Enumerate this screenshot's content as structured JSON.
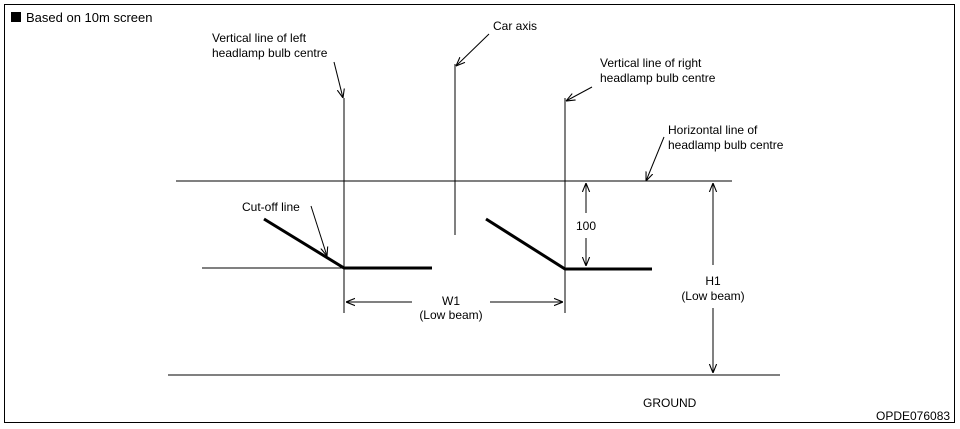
{
  "header": {
    "title": "Based on 10m screen",
    "square_icon": "black-square-icon"
  },
  "labels": {
    "vertical_left": [
      "Vertical line of left",
      "headlamp bulb centre"
    ],
    "car_axis": "Car axis",
    "vertical_right": [
      "Vertical line of right",
      "headlamp bulb centre"
    ],
    "horizontal": [
      "Horizontal line of",
      "headlamp bulb centre"
    ],
    "cutoff": "Cut-off line",
    "dim_100": "100",
    "w1": [
      "W1",
      "(Low beam)"
    ],
    "h1": [
      "H1",
      "(Low beam)"
    ],
    "ground": "GROUND",
    "figure_code": "OPDE076083"
  },
  "colors": {
    "line": "#000000",
    "background": "#ffffff"
  }
}
